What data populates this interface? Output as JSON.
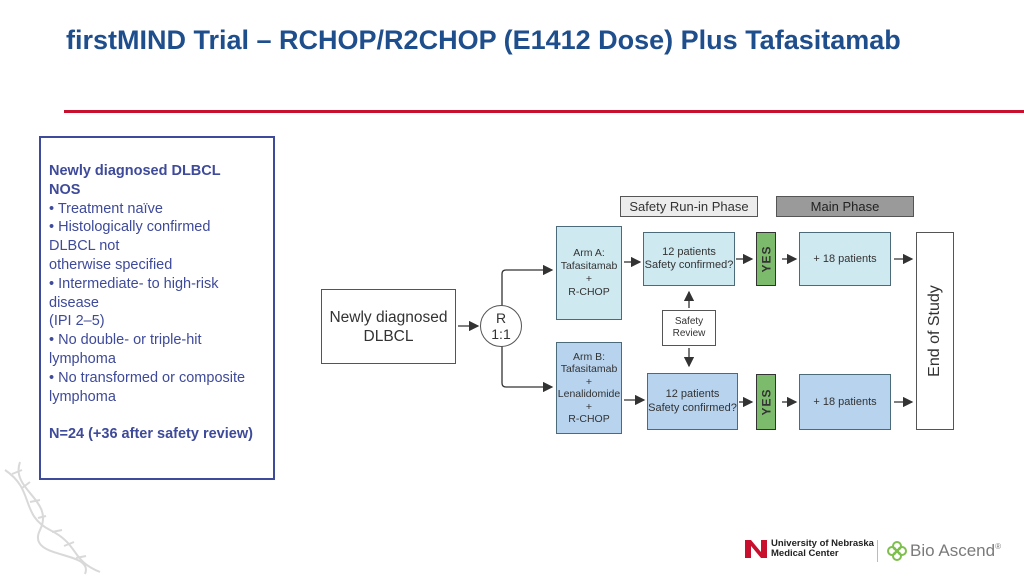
{
  "title": "firstMIND Trial – RCHOP/R2CHOP (E1412 Dose) Plus Tafasitamab",
  "criteria": {
    "heading": [
      "Newly diagnosed DLBCL",
      "NOS"
    ],
    "lines": [
      "• Treatment naïve",
      "• Histologically confirmed",
      "DLBCL not",
      "otherwise specified",
      "• Intermediate- to high-risk",
      "disease",
      "(IPI 2–5)",
      "• No double- or triple-hit",
      "lymphoma",
      "• No transformed or composite",
      "lymphoma"
    ],
    "n_total": "N=24 (+36 after safety review)"
  },
  "diagram": {
    "phase_runin": "Safety Run-in Phase",
    "phase_main": "Main Phase",
    "start_box": [
      "Newly diagnosed",
      "DLBCL"
    ],
    "rand": [
      "R",
      "1:1"
    ],
    "arm_a": [
      "Arm A:",
      "Tafasitamab",
      "+",
      "R-CHOP"
    ],
    "arm_b": [
      "Arm B:",
      "Tafasitamab",
      "+",
      "Lenalidomide",
      "+",
      "R-CHOP"
    ],
    "safety_a": [
      "12 patients",
      "Safety confirmed?"
    ],
    "safety_b": [
      "12 patients",
      "Safety confirmed?"
    ],
    "yes": "YES",
    "review": [
      "Safety",
      "Review"
    ],
    "more_a": "+ 18 patients",
    "more_b": "+ 18 patients",
    "end": "End of Study"
  },
  "logos": {
    "unmc": [
      "University of Nebraska",
      "Medical Center"
    ],
    "bio": "Bio Ascend",
    "bio_mark": "®"
  },
  "colors": {
    "title": "#1f4e8c",
    "rule": "#c8102e",
    "criteria_border": "#3e4a9a",
    "arm_a_fill": "#cfe9f0",
    "arm_b_fill": "#b7d3ee",
    "yes_fill": "#7dbb6c",
    "unmc_red": "#c8102e",
    "bio_green": "#7fbf4d"
  }
}
